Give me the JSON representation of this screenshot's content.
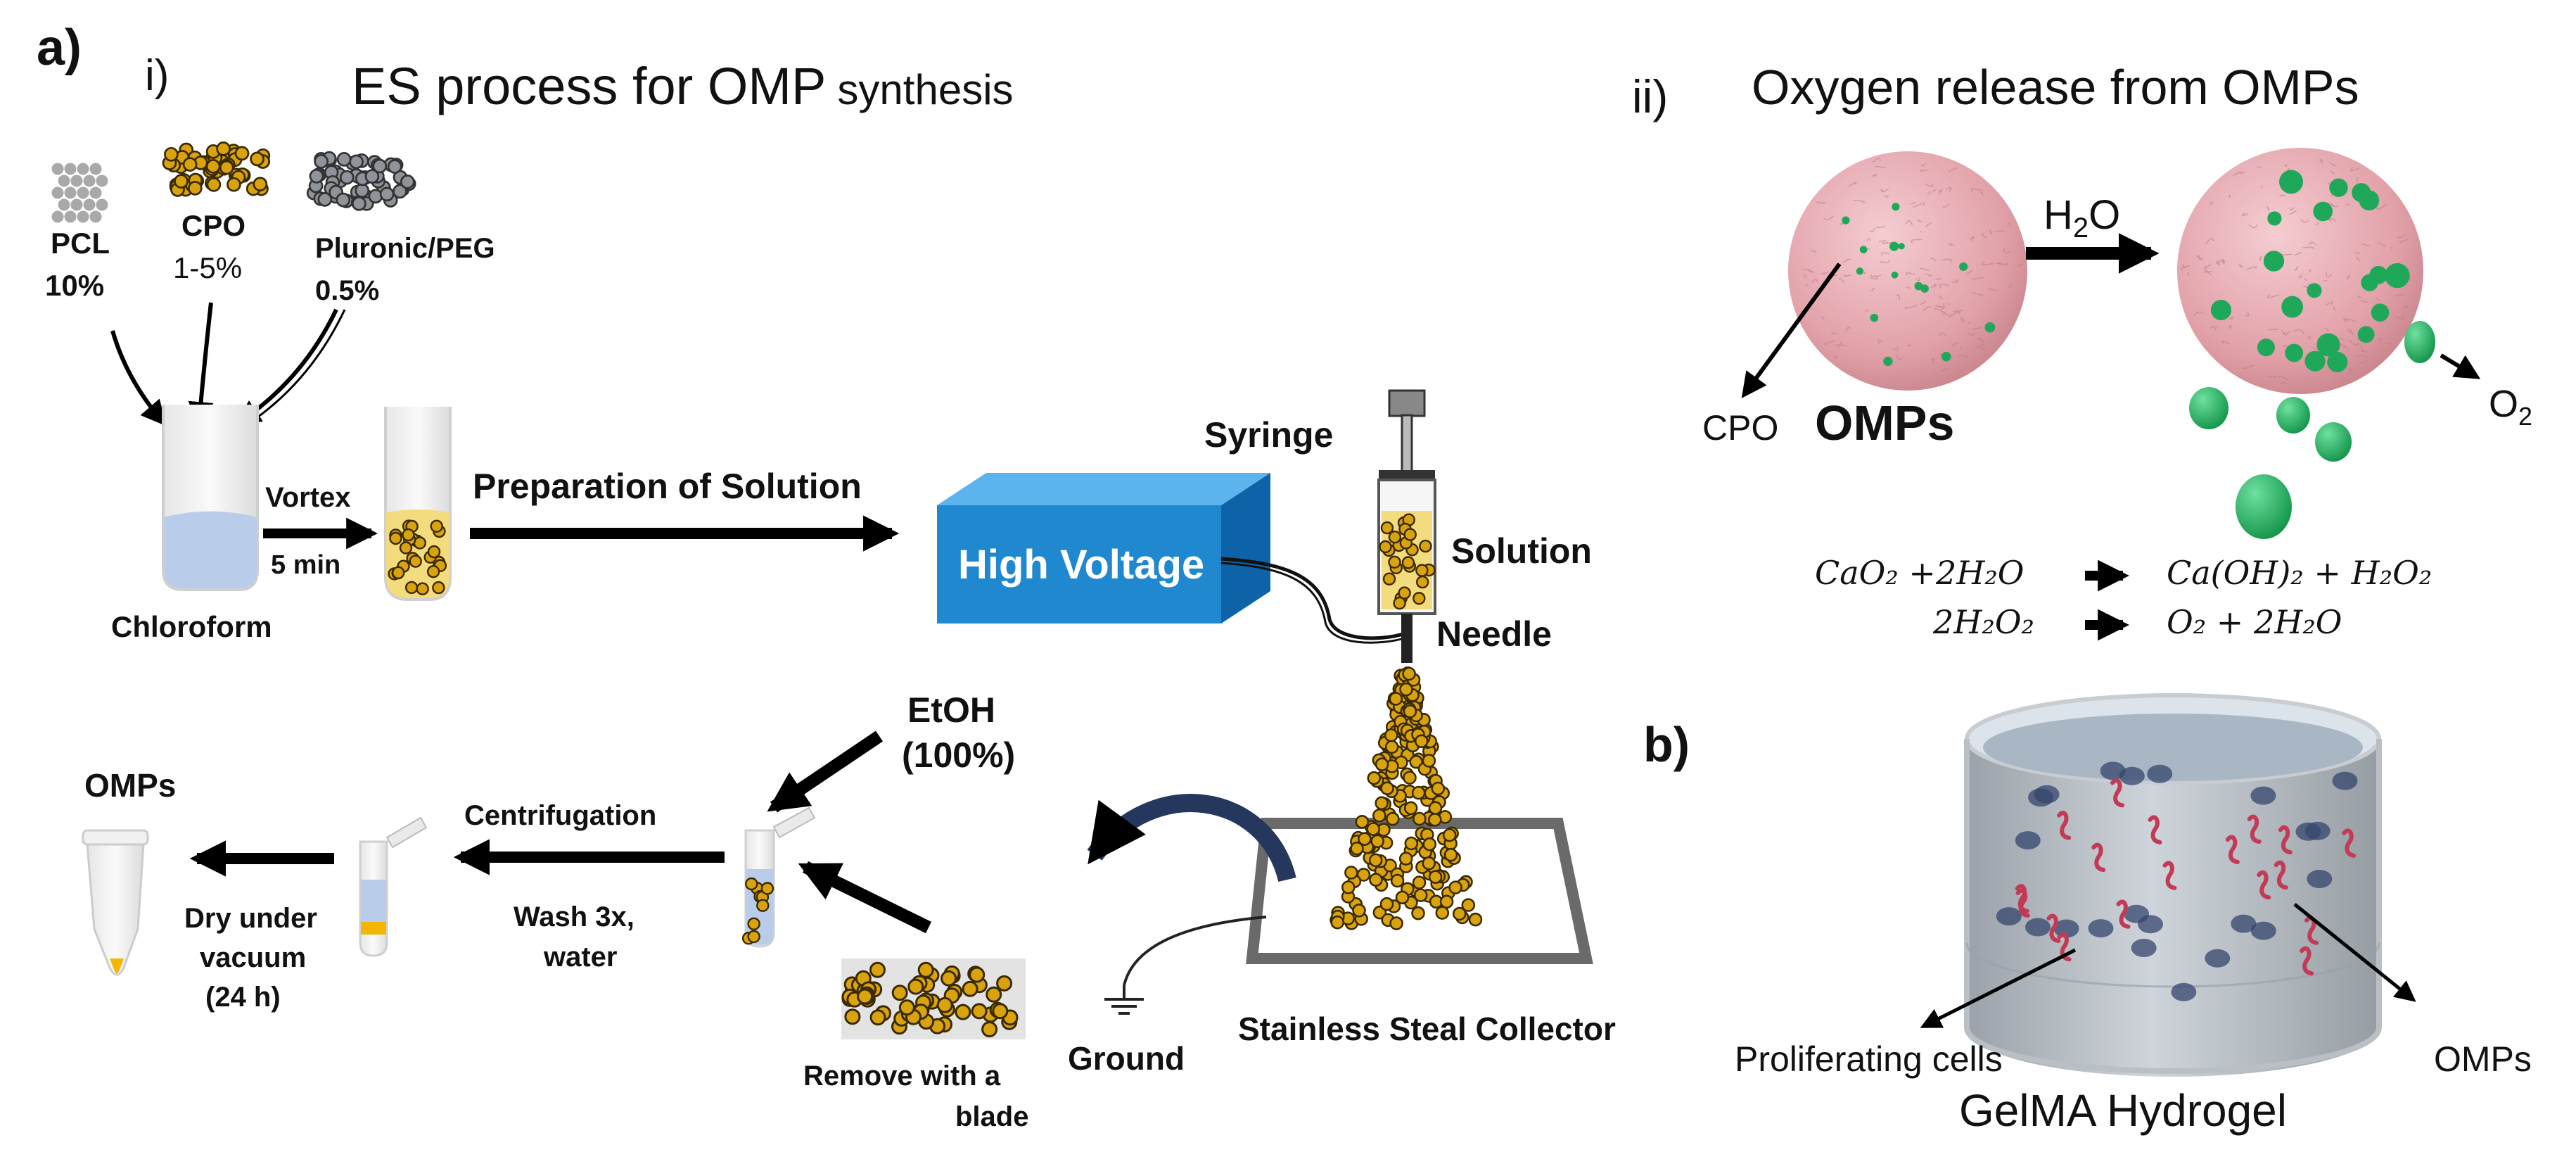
{
  "panel_a": {
    "label": "a)",
    "sub_i": "i)",
    "title_main": "ES process for OMP",
    "title_small": "synthesis",
    "ingredients": [
      {
        "name": "PCL",
        "amount": "10%"
      },
      {
        "name": "CPO",
        "amount": "1-5%"
      },
      {
        "name": "Pluronic/PEG",
        "amount": "0.5%"
      }
    ],
    "chloroform": "Chloroform",
    "vortex": "Vortex",
    "vortex_time": "5 min",
    "preparation": "Preparation of Solution",
    "high_voltage": "High Voltage",
    "syringe": "Syringe",
    "solution": "Solution",
    "needle": "Needle",
    "collector": "Stainless Steal Collector",
    "ground": "Ground",
    "remove_line1": "Remove with a",
    "remove_line2": "blade",
    "etoh_line1": "EtOH",
    "etoh_line2": "(100%)",
    "centrifugation": "Centrifugation",
    "wash_line1": "Wash 3x,",
    "wash_line2": "water",
    "dry_line1": "Dry under",
    "dry_line2": "vacuum",
    "dry_line3": "(24 h)",
    "omps": "OMPs"
  },
  "panel_aii": {
    "sub_ii": "ii)",
    "title": "Oxygen release from OMPs",
    "h2o_main": "H",
    "h2o_sub": "2",
    "h2o_end": "O",
    "cpo": "CPO",
    "omps": "OMPs",
    "o2_main": "O",
    "o2_sub": "2",
    "eq1_left": "CaO₂ +2H₂O",
    "eq1_right": "Ca(OH)₂ + H₂O₂",
    "eq2_left": "2H₂O₂",
    "eq2_right": "O₂ + 2H₂O"
  },
  "panel_b": {
    "label": "b)",
    "cells": "Proliferating cells",
    "omps": "OMPs",
    "hydrogel": "GelMA Hydrogel"
  },
  "colors": {
    "particle": "#d9a30f",
    "particle_edge": "#3a2a00",
    "high_voltage": "#1f88cf",
    "sphere": "#e6a7ae",
    "green": "#1fa85a",
    "liquid": "#b7cdea",
    "hydrogel": "#aeb5bd"
  }
}
